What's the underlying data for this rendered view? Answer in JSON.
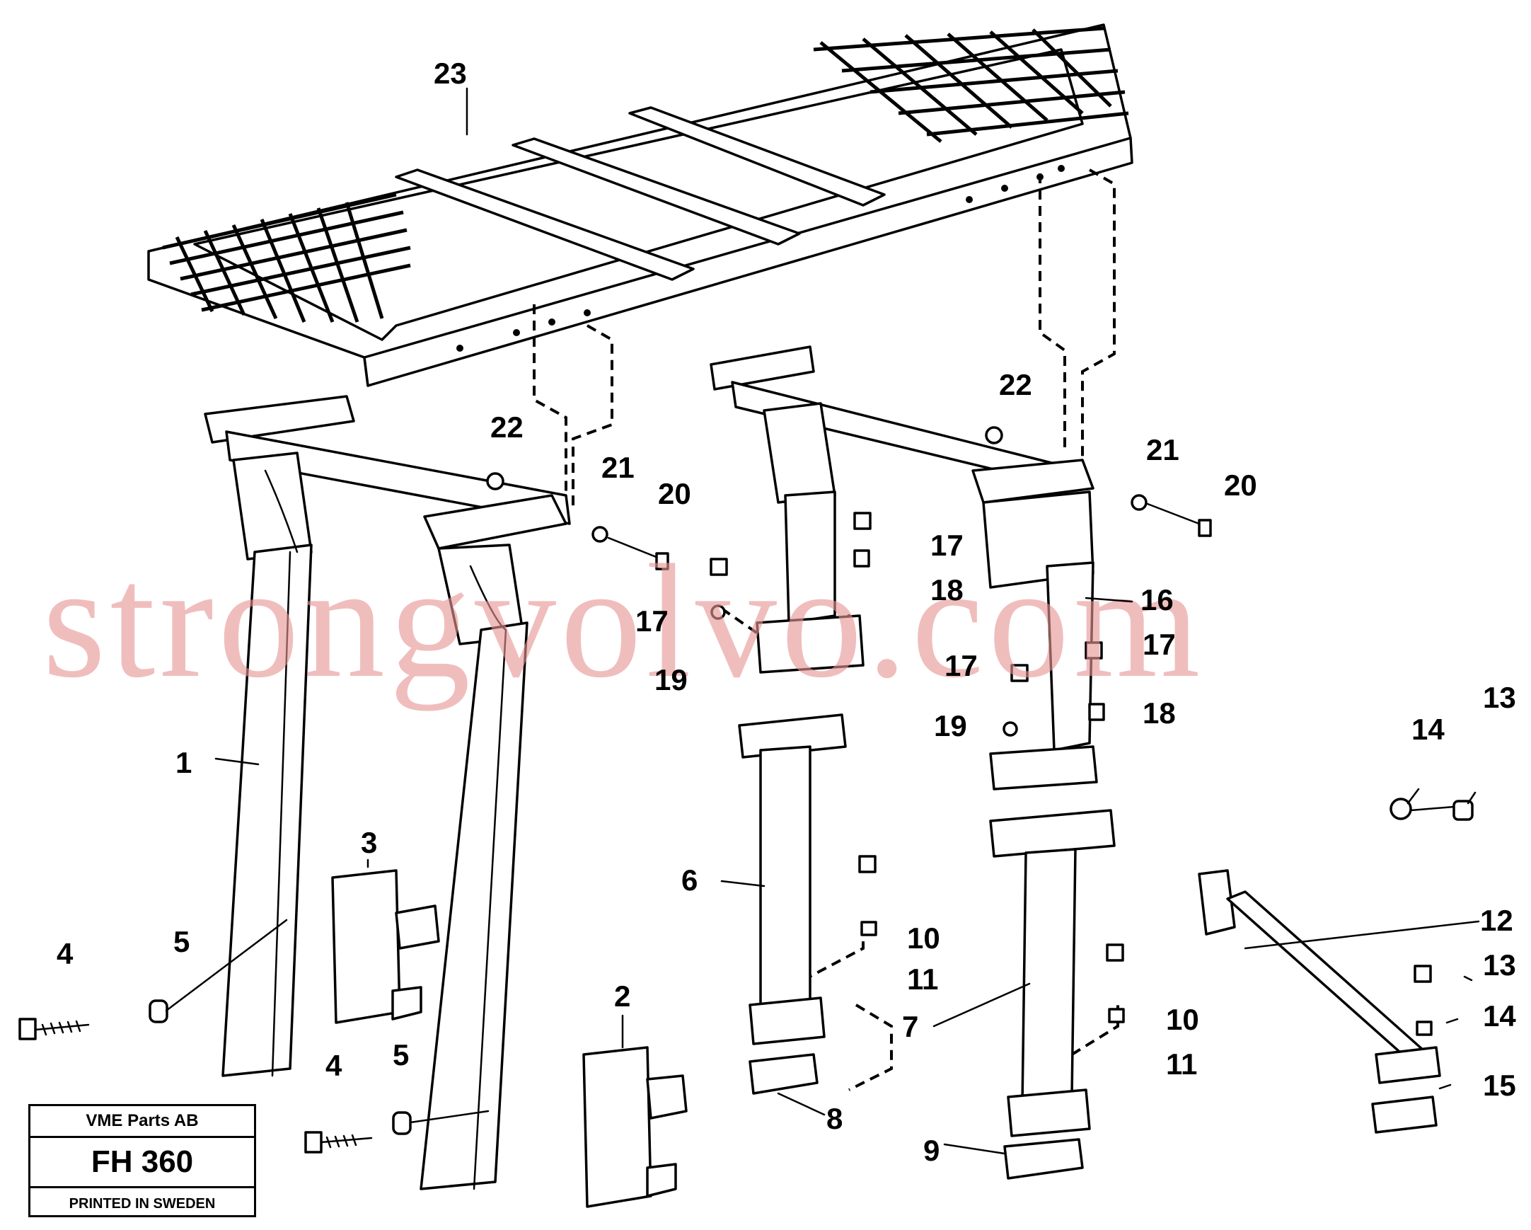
{
  "title_block": {
    "company": "VME Parts AB",
    "code": "FH 360",
    "printed": "PRINTED IN SWEDEN"
  },
  "watermark": "strongvolvo.com",
  "callouts": {
    "c1": "1",
    "c2": "2",
    "c3": "3",
    "c4a": "4",
    "c4b": "4",
    "c5a": "5",
    "c5b": "5",
    "c6": "6",
    "c7": "7",
    "c8": "8",
    "c9": "9",
    "c10a": "10",
    "c10b": "10",
    "c11a": "11",
    "c11b": "11",
    "c12": "12",
    "c13a": "13",
    "c13b": "13",
    "c14a": "14",
    "c14b": "14",
    "c15": "15",
    "c16": "16",
    "c17a": "17",
    "c17b": "17",
    "c17c": "17",
    "c17d": "17",
    "c18a": "18",
    "c18b": "18",
    "c19a": "19",
    "c19b": "19",
    "c20a": "20",
    "c20b": "20",
    "c21a": "21",
    "c21b": "21",
    "c22a": "22",
    "c22b": "22",
    "c23": "23"
  }
}
